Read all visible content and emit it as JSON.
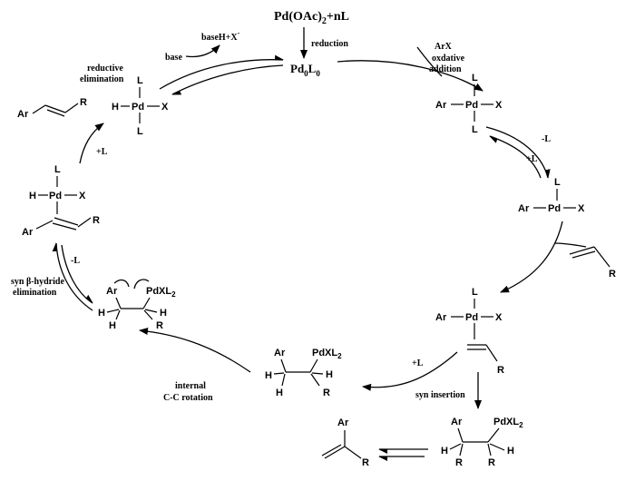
{
  "precursor": {
    "prefix": "Pd(OAc)",
    "sub": "2",
    "suffix": "+nL"
  },
  "pd0": {
    "a": "Pd",
    "sub1": "0",
    "b": "L",
    "sub2": "0"
  },
  "labels": {
    "reduction": "reduction",
    "arx": "ArX",
    "oxidative_1": "oxdative",
    "oxidative_2": "addition",
    "base": "base",
    "base_hx": "baseH+X",
    "base_hx_sup": "-",
    "reductive_1": "reductive",
    "reductive_2": "elimination",
    "plus_l_left": "+L",
    "minus_l_right": "-L",
    "plus_l_right": "+L",
    "minus_l_left": "-L",
    "syn_beta_1": "syn β-hydride",
    "syn_beta_2": "elimination",
    "internal_1": "internal",
    "internal_2": "C-C rotation",
    "plus_l_bottom": "+L",
    "syn_insertion": "syn insertion"
  },
  "atoms": {
    "L": "L",
    "Pd": "Pd",
    "X": "X",
    "H": "H",
    "Ar": "Ar",
    "R": "R",
    "PdXL": "PdXL",
    "two": "2"
  }
}
